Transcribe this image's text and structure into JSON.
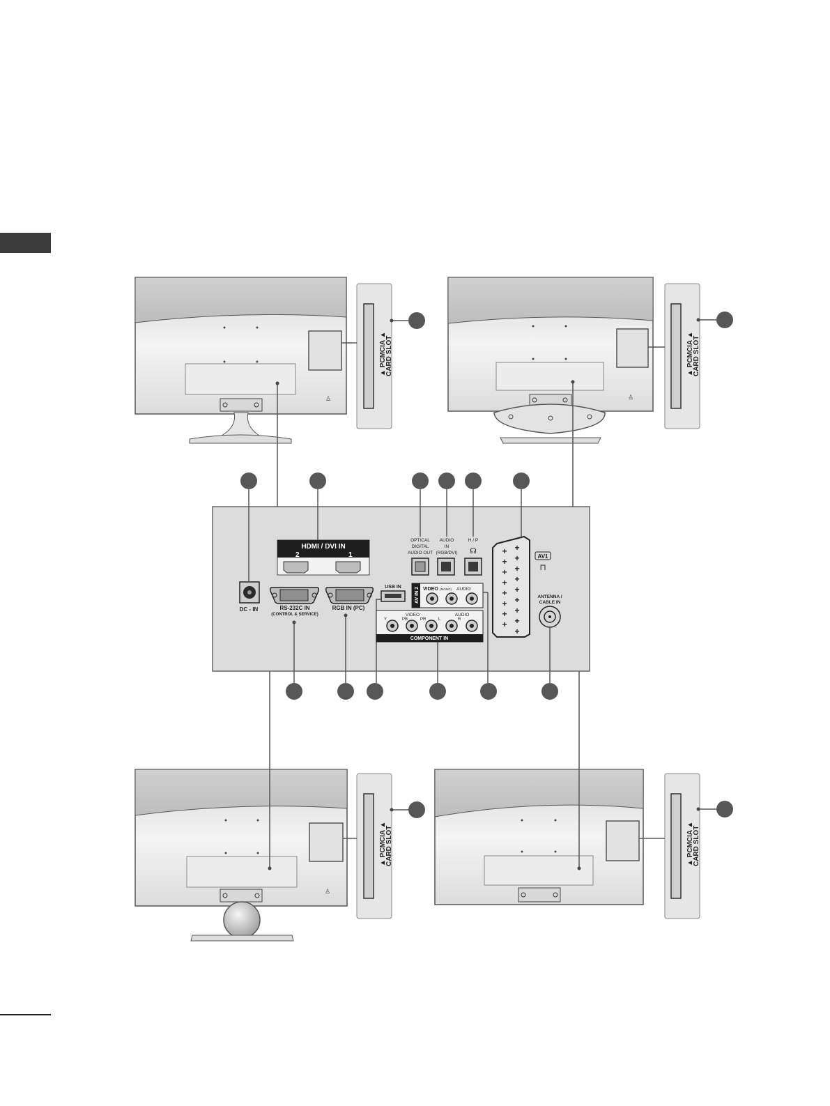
{
  "panel": {
    "hdmi_header": "HDMI / DVI IN",
    "hdmi_port_2": "2",
    "hdmi_port_1": "1",
    "optical_line1": "OPTICAL",
    "optical_line2": "DIGITAL",
    "optical_line3": "AUDIO OUT",
    "audio_in_line1": "AUDIO",
    "audio_in_line2": "IN",
    "audio_in_line3": "(RGB/DVI)",
    "hp_label": "H / P",
    "dc_in": "DC - IN",
    "rs232_line1": "RS-232C IN",
    "rs232_line2": "(CONTROL & SERVICE)",
    "rgb_in": "RGB IN (PC)",
    "usb_in": "USB IN",
    "av_in2": "AV IN 2",
    "video": "VIDEO",
    "mono": "(MONO)",
    "audio": "AUDIO",
    "component_video": "VIDEO",
    "component_audio": "AUDIO",
    "component_in": "COMPONENT IN",
    "y": "Y",
    "pb": "PB",
    "pr": "PR",
    "l": "L",
    "r": "R",
    "av1": "AV1",
    "antenna_line1": "ANTENNA /",
    "antenna_line2": "CABLE IN"
  },
  "pcmcia": {
    "line1": "▲ PCMCIA ▲",
    "line2": "CARD SLOT"
  }
}
